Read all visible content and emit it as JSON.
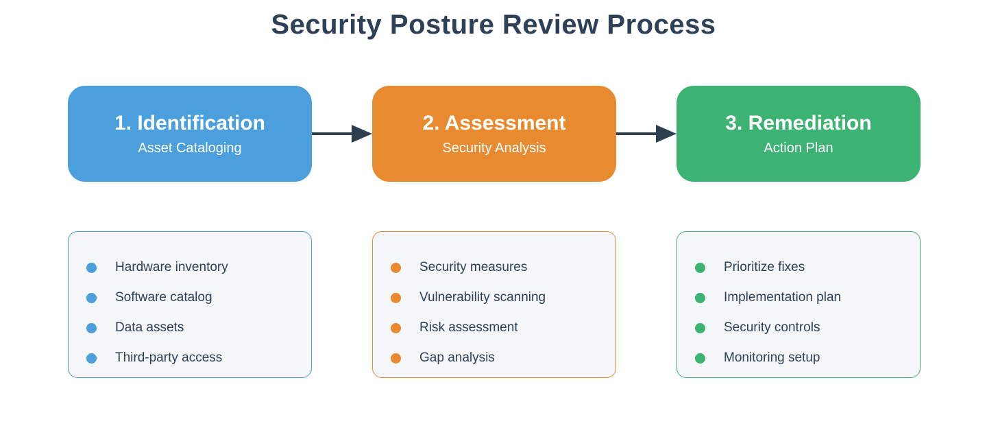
{
  "title": "Security Posture Review Process",
  "colors": {
    "title_text": "#2E4056",
    "body_text": "#2E4056",
    "arrow": "#2C3E50",
    "card_bg": "#F4F6F9",
    "stage_text": "#FFFFFF"
  },
  "stages": [
    {
      "label": "1. Identification",
      "subtitle": "Asset Cataloging",
      "color": "#4A9FDC",
      "items": [
        "Hardware inventory",
        "Software catalog",
        "Data assets",
        "Third-party access"
      ]
    },
    {
      "label": "2. Assessment",
      "subtitle": "Security Analysis",
      "color": "#E88B30",
      "items": [
        "Security measures",
        "Vulnerability scanning",
        "Risk assessment",
        "Gap analysis"
      ]
    },
    {
      "label": "3. Remediation",
      "subtitle": "Action Plan",
      "color": "#3DB373",
      "items": [
        "Prioritize fixes",
        "Implementation plan",
        "Security controls",
        "Monitoring setup"
      ]
    }
  ]
}
